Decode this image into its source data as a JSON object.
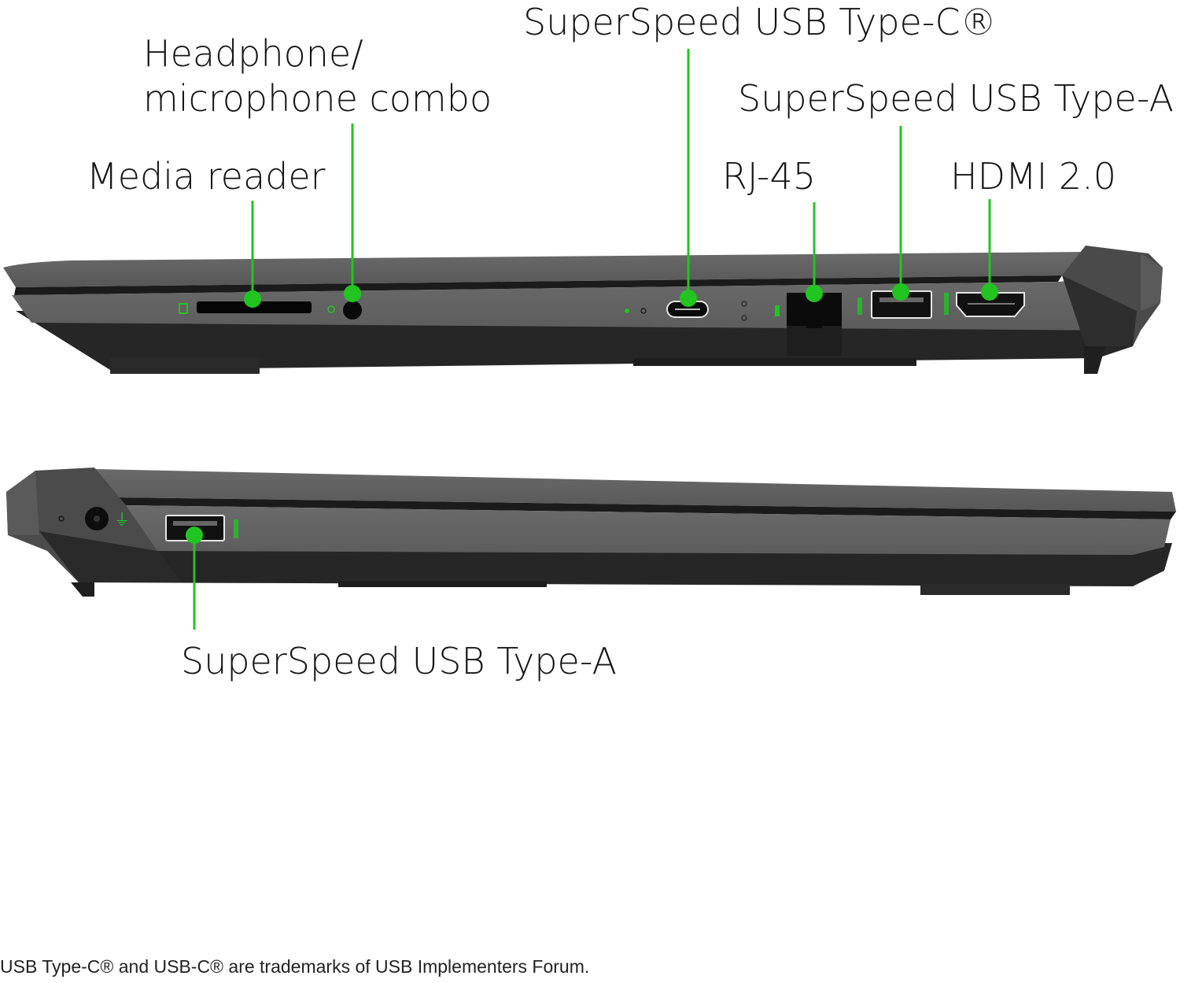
{
  "figure": {
    "description": "Laptop side views with port callouts",
    "accent_color": "#22c422",
    "chassis_color": "#5e5e5e",
    "chassis_dark_color": "#262626"
  },
  "right_side": {
    "labels": [
      {
        "id": "media_reader",
        "text": "Media reader"
      },
      {
        "id": "headphone_line1",
        "text": "Headphone/"
      },
      {
        "id": "headphone_line2",
        "text": "microphone combo"
      },
      {
        "id": "usb_c",
        "text": "SuperSpeed USB Type-C®"
      },
      {
        "id": "rj45",
        "text": "RJ-45"
      },
      {
        "id": "usb_a",
        "text": "SuperSpeed USB Type-A"
      },
      {
        "id": "hdmi",
        "text": "HDMI 2.0"
      }
    ]
  },
  "left_side": {
    "labels": [
      {
        "id": "usb_a_left",
        "text": "SuperSpeed USB Type-A"
      }
    ]
  },
  "footnote": "USB Type-C® and USB-C® are trademarks of USB Implementers Forum."
}
